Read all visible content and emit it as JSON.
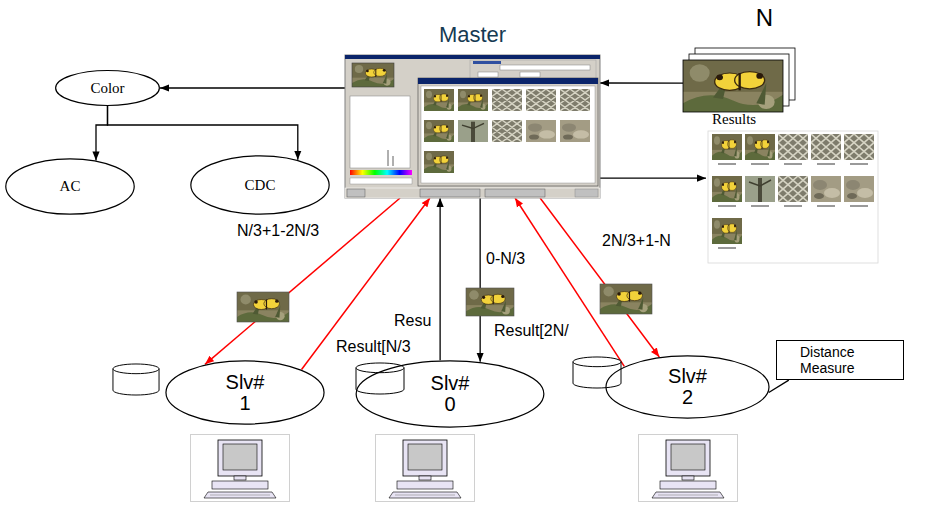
{
  "diagram": {
    "nodes": [
      {
        "text": [
          "Master"
        ]
      },
      {
        "text": [
          "N"
        ]
      },
      {
        "text": [
          "Color"
        ]
      },
      {
        "text": [
          "AC"
        ]
      },
      {
        "text": [
          "CDC"
        ]
      },
      {
        "text": [
          "Results"
        ]
      },
      {
        "text": [
          "Distance Measure"
        ]
      },
      {
        "text": [
          "Slv# 1"
        ]
      },
      {
        "text": [
          "Slv# 0"
        ]
      },
      {
        "text": [
          "Slv# 2"
        ]
      }
    ],
    "edges": [
      {
        "from": 1,
        "to": 0,
        "arrow": "to"
      },
      {
        "from": 0,
        "to": 2,
        "arrow": "to"
      },
      {
        "from": 2,
        "to": 3,
        "arrow": "to"
      },
      {
        "from": 2,
        "to": 4,
        "arrow": "to"
      },
      {
        "from": 0,
        "to": 5,
        "arrow": "to"
      },
      {
        "from": 0,
        "to": 7,
        "label": "N/3+1-2N/3",
        "arrow": "to"
      },
      {
        "from": 7,
        "to": 0,
        "label": "Result[N/3",
        "arrow": "to"
      },
      {
        "from": 0,
        "to": 8,
        "label": "0-N/3",
        "arrow": "to"
      },
      {
        "from": 8,
        "to": 0,
        "label": "Resu",
        "arrow": "to"
      },
      {
        "from": 0,
        "to": 9,
        "label": "2N/3+1-N",
        "arrow": "to"
      },
      {
        "from": 9,
        "to": 0,
        "label": "Result[2N/",
        "arrow": "to"
      },
      {
        "from": 6,
        "to": 9,
        "arrow": "none"
      }
    ]
  }
}
